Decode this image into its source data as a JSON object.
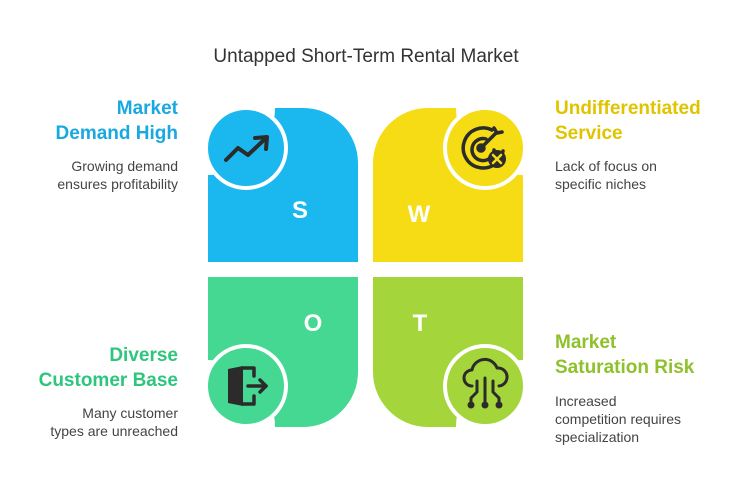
{
  "title": "Untapped Short-Term Rental Market",
  "quadrants": [
    {
      "key": "S",
      "letter": "S",
      "heading_line1": "Market",
      "heading_line2": "Demand High",
      "desc_line1": "Growing demand",
      "desc_line2": "ensures profitability",
      "color": "#1ab8ee",
      "icon": "trending-up-icon"
    },
    {
      "key": "W",
      "letter": "W",
      "heading_line1": "Undifferentiated",
      "heading_line2": "Service",
      "desc_line1": "Lack of focus on",
      "desc_line2": "specific niches",
      "color": "#f5dc14",
      "icon": "target-cancel-icon"
    },
    {
      "key": "O",
      "letter": "O",
      "heading_line1": "Diverse",
      "heading_line2": "Customer Base",
      "desc_line1": "Many customer",
      "desc_line2": "types are unreached",
      "color": "#45d893",
      "icon": "exit-door-icon"
    },
    {
      "key": "T",
      "letter": "T",
      "heading_line1": "Market",
      "heading_line2": "Saturation Risk",
      "desc_line1": "Increased",
      "desc_line2": "competition requires",
      "desc_line3": "specialization",
      "color": "#a4d63c",
      "icon": "cloud-network-icon"
    }
  ]
}
